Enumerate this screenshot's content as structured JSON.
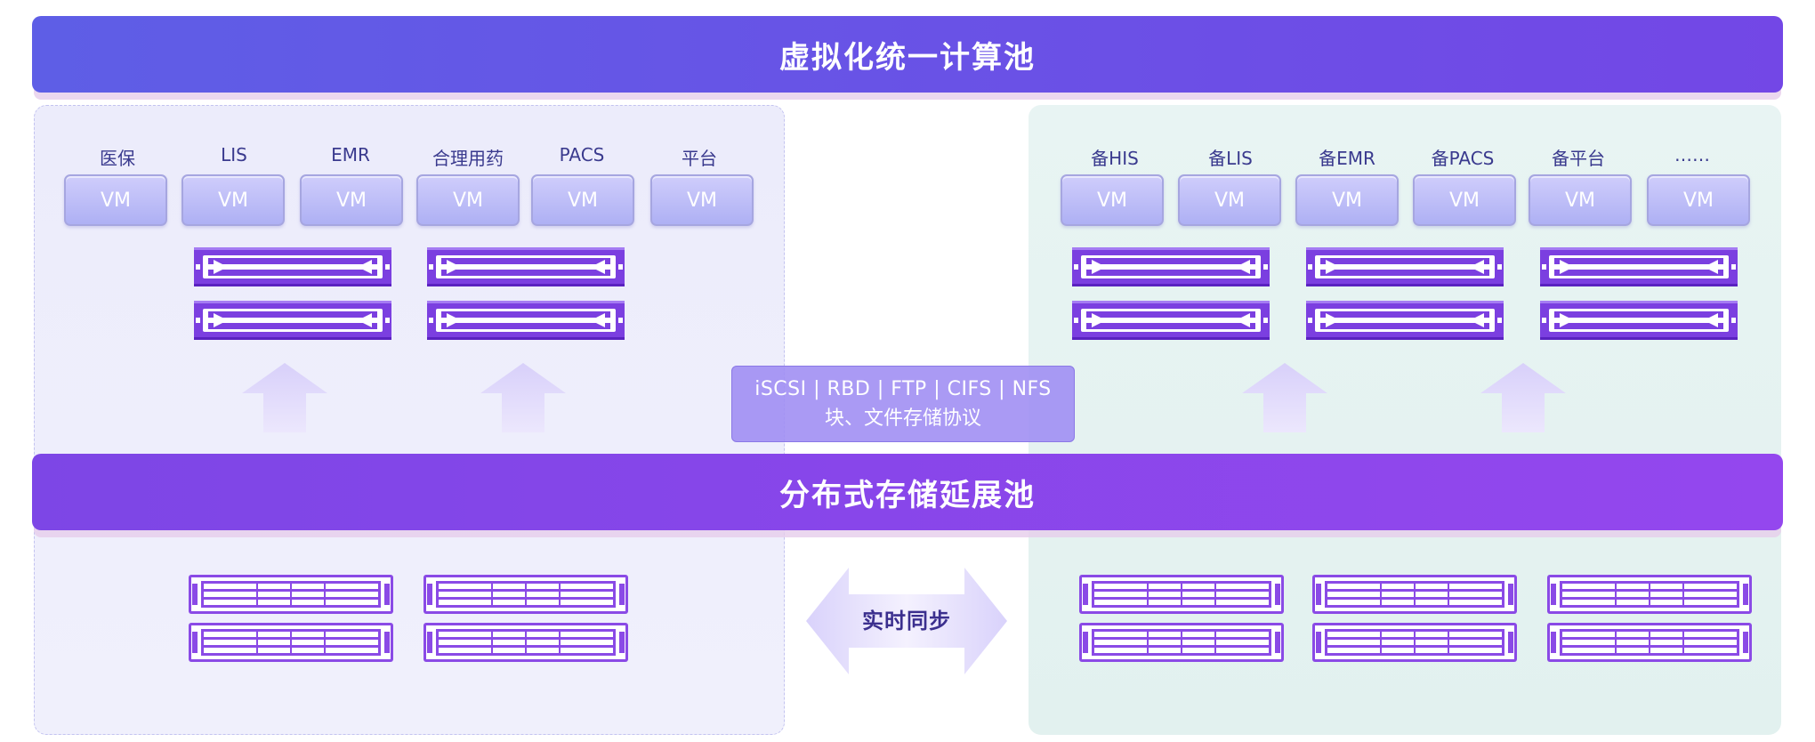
{
  "top_bar": {
    "title": "虚拟化统一计算池"
  },
  "mid_bar": {
    "title": "分布式存储延展池"
  },
  "protocol": {
    "line1": "iSCSI | RBD | FTP | CIFS | NFS",
    "line2": "块、文件存储协议"
  },
  "sync": {
    "label": "实时同步"
  },
  "left_vms": [
    {
      "label": "医保",
      "vm": "VM"
    },
    {
      "label": "LIS",
      "vm": "VM"
    },
    {
      "label": "EMR",
      "vm": "VM"
    },
    {
      "label": "合理用药",
      "vm": "VM"
    },
    {
      "label": "PACS",
      "vm": "VM"
    },
    {
      "label": "平台",
      "vm": "VM"
    }
  ],
  "right_vms": [
    {
      "label": "备HIS",
      "vm": "VM"
    },
    {
      "label": "备LIS",
      "vm": "VM"
    },
    {
      "label": "备EMR",
      "vm": "VM"
    },
    {
      "label": "备PACS",
      "vm": "VM"
    },
    {
      "label": "备平台",
      "vm": "VM"
    },
    {
      "label": "……",
      "vm": "VM"
    }
  ],
  "colors": {
    "accent": "#6a49e4",
    "server": "#7b3fe0",
    "bar_top": "#6352e6",
    "bar_mid": "#8a46ea",
    "left_panel": "#ececfb",
    "right_panel": "#e4f2f0"
  }
}
